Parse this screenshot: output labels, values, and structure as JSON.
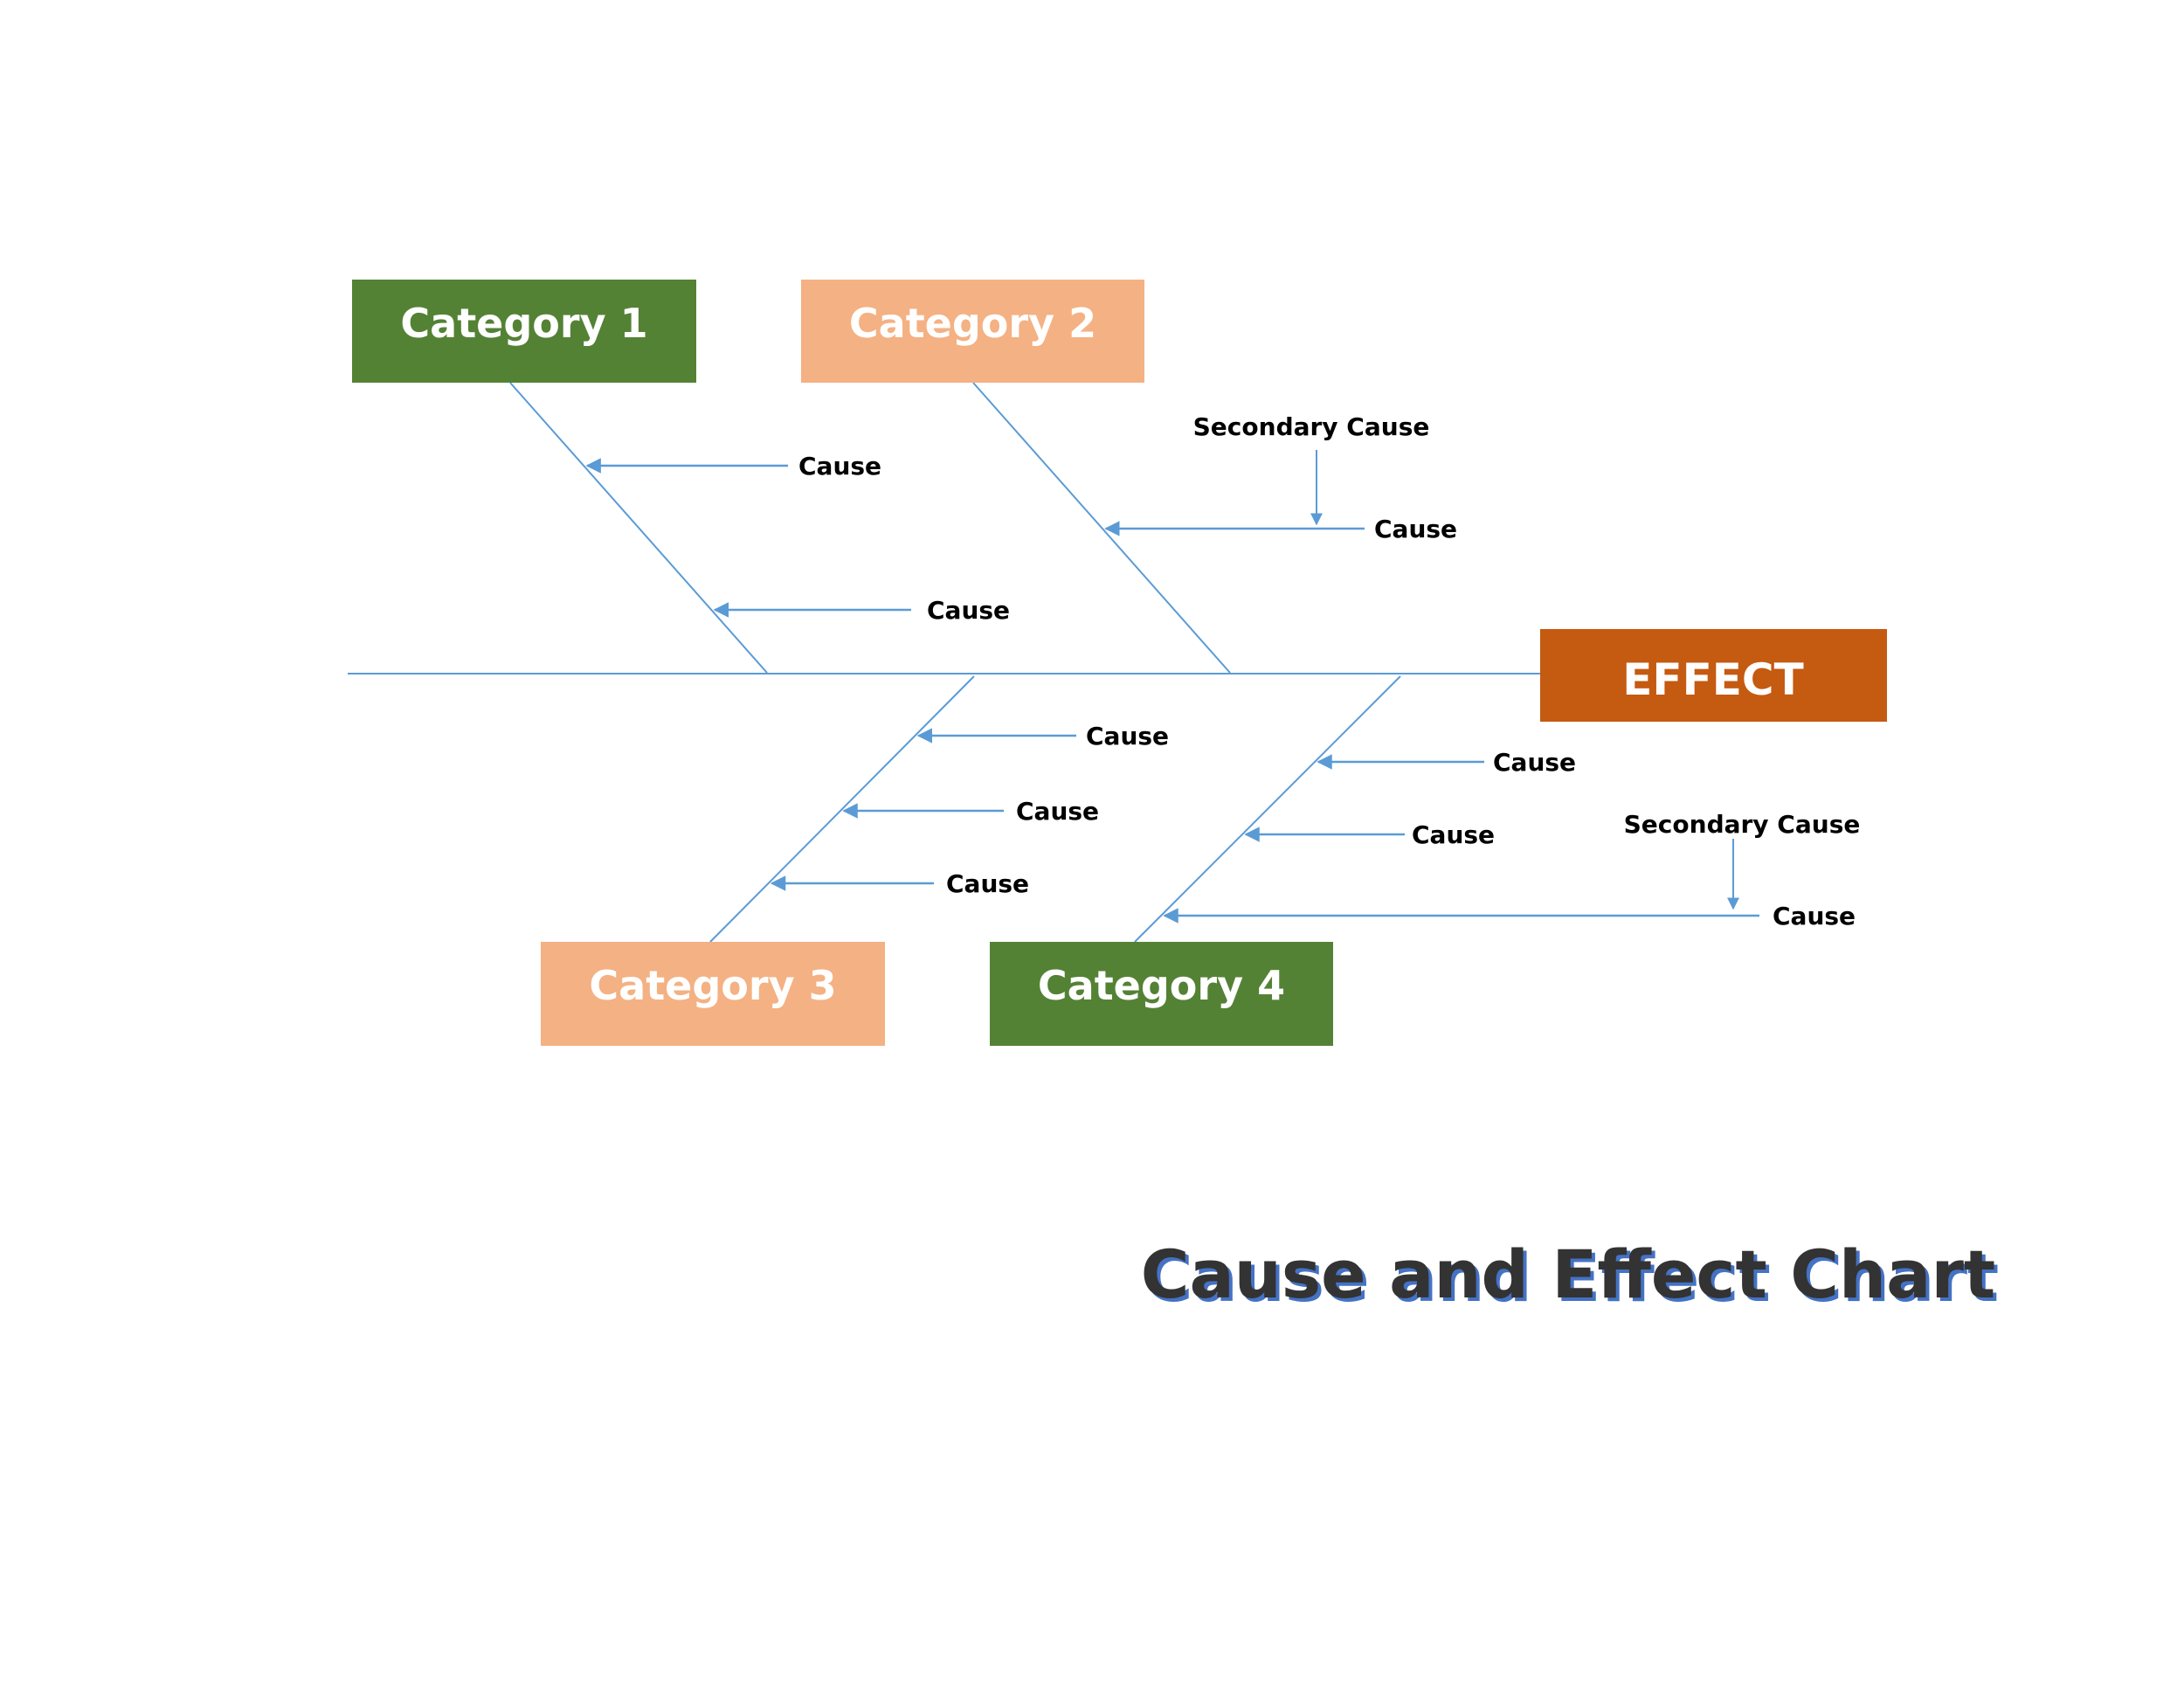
{
  "title": "Cause and Effect Chart",
  "effect": {
    "label": "EFFECT",
    "color": "#C55A11"
  },
  "line_color": "#5B9BD5",
  "title_colors": {
    "fill": "#333333",
    "shadow": "#4472C4"
  },
  "categories": [
    {
      "label": "Category 1",
      "color": "#548235",
      "causes": [
        {
          "label": "Cause"
        },
        {
          "label": "Cause"
        }
      ]
    },
    {
      "label": "Category 2",
      "color": "#F4B183",
      "causes": [
        {
          "label": "Cause",
          "secondary": "Secondary Cause"
        }
      ]
    },
    {
      "label": "Category 3",
      "color": "#F4B183",
      "causes": [
        {
          "label": "Cause"
        },
        {
          "label": "Cause"
        },
        {
          "label": "Cause"
        }
      ]
    },
    {
      "label": "Category 4",
      "color": "#548235",
      "causes": [
        {
          "label": "Cause"
        },
        {
          "label": "Cause"
        },
        {
          "label": "Cause",
          "secondary": "Secondary Cause"
        }
      ]
    }
  ]
}
